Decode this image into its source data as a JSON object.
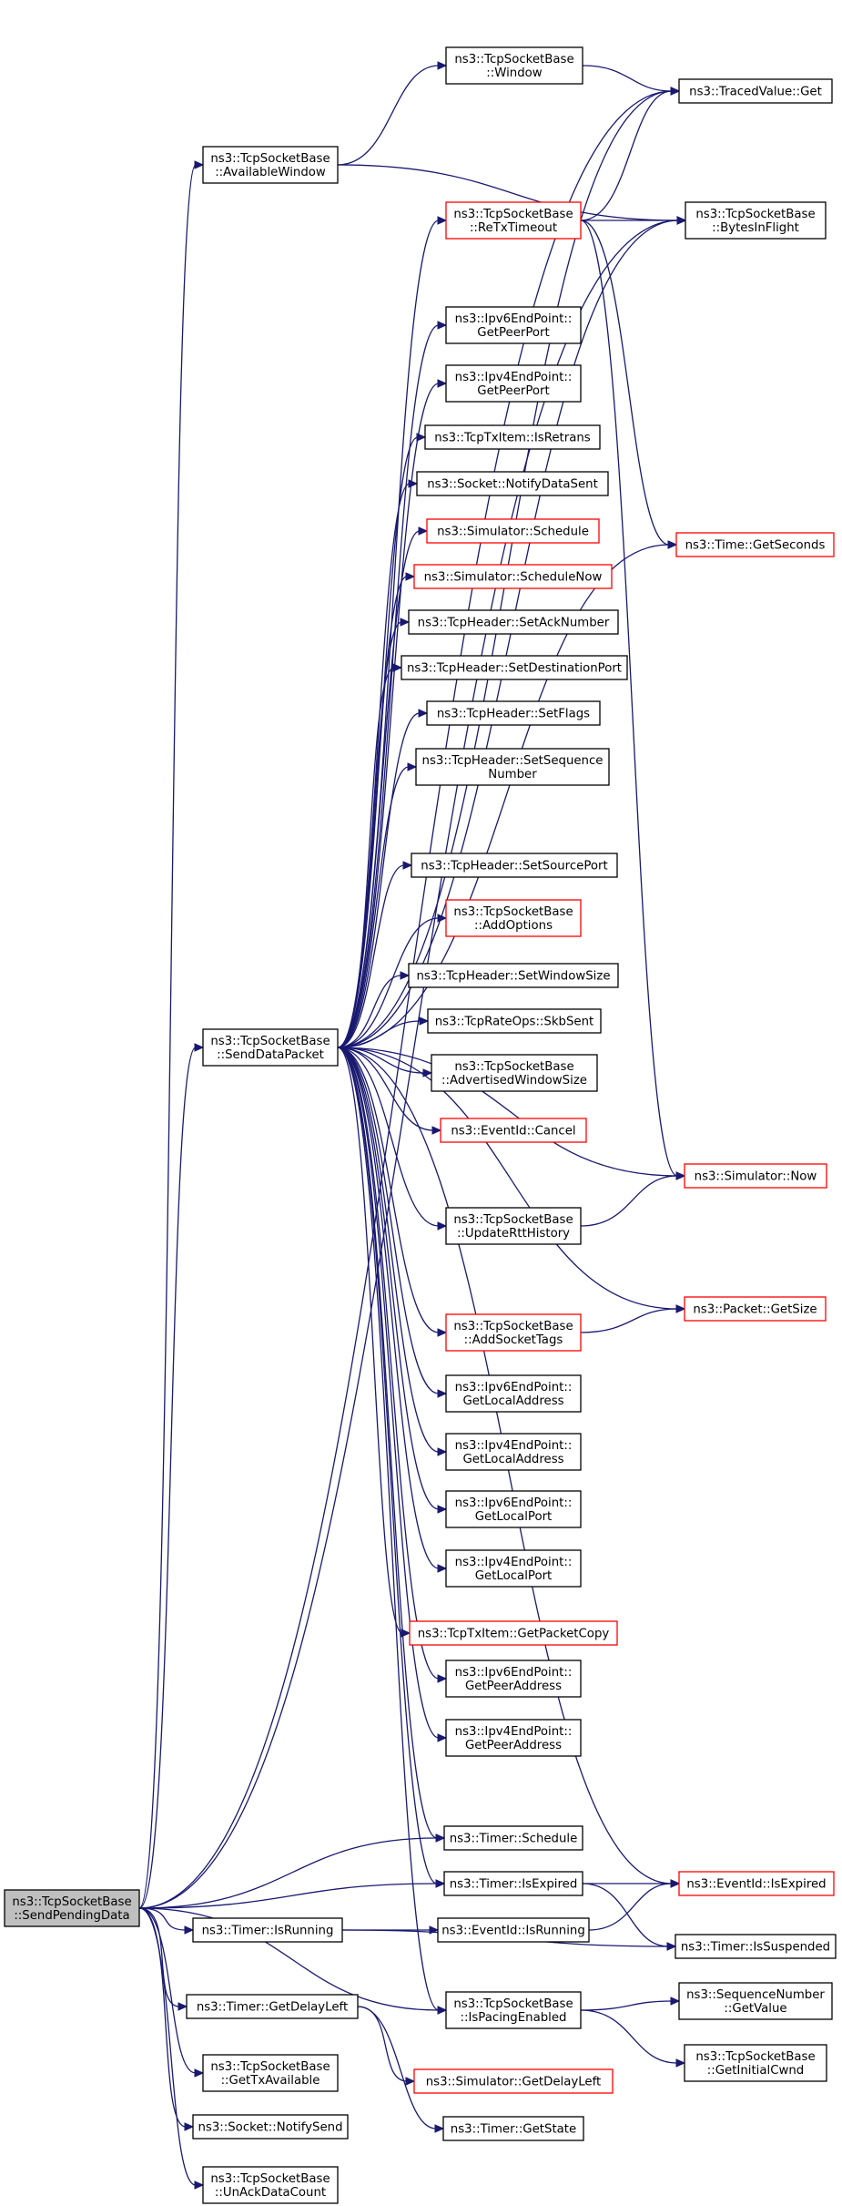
{
  "nodes": [
    {
      "id": "root",
      "lines": [
        "ns3::TcpSocketBase",
        "::SendPendingData"
      ],
      "root": true
    },
    {
      "id": "window",
      "lines": [
        "ns3::TcpSocketBase",
        "::Window"
      ]
    },
    {
      "id": "tracedget",
      "lines": [
        "ns3::TracedValue::Get"
      ]
    },
    {
      "id": "availwin",
      "lines": [
        "ns3::TcpSocketBase",
        "::AvailableWindow"
      ]
    },
    {
      "id": "retx",
      "lines": [
        "ns3::TcpSocketBase",
        "::ReTxTimeout"
      ],
      "red": true
    },
    {
      "id": "bytesinflight",
      "lines": [
        "ns3::TcpSocketBase",
        "::BytesInFlight"
      ]
    },
    {
      "id": "ipv6peerport",
      "lines": [
        "ns3::Ipv6EndPoint::",
        "GetPeerPort"
      ]
    },
    {
      "id": "ipv4peerport",
      "lines": [
        "ns3::Ipv4EndPoint::",
        "GetPeerPort"
      ]
    },
    {
      "id": "isretrans",
      "lines": [
        "ns3::TcpTxItem::IsRetrans"
      ]
    },
    {
      "id": "notifydatasent",
      "lines": [
        "ns3::Socket::NotifyDataSent"
      ]
    },
    {
      "id": "getseconds",
      "lines": [
        "ns3::Time::GetSeconds"
      ],
      "red": true
    },
    {
      "id": "simschedule",
      "lines": [
        "ns3::Simulator::Schedule"
      ],
      "red": true
    },
    {
      "id": "schedulenow",
      "lines": [
        "ns3::Simulator::ScheduleNow"
      ],
      "red": true
    },
    {
      "id": "setacknumber",
      "lines": [
        "ns3::TcpHeader::SetAckNumber"
      ]
    },
    {
      "id": "setdestport",
      "lines": [
        "ns3::TcpHeader::SetDestinationPort"
      ]
    },
    {
      "id": "setflags",
      "lines": [
        "ns3::TcpHeader::SetFlags"
      ]
    },
    {
      "id": "setseq",
      "lines": [
        "ns3::TcpHeader::SetSequence",
        "Number"
      ]
    },
    {
      "id": "setsourceport",
      "lines": [
        "ns3::TcpHeader::SetSourcePort"
      ]
    },
    {
      "id": "addoptions",
      "lines": [
        "ns3::TcpSocketBase",
        "::AddOptions"
      ],
      "red": true
    },
    {
      "id": "setwindowsize",
      "lines": [
        "ns3::TcpHeader::SetWindowSize"
      ]
    },
    {
      "id": "senddatapacket",
      "lines": [
        "ns3::TcpSocketBase",
        "::SendDataPacket"
      ]
    },
    {
      "id": "skbsent",
      "lines": [
        "ns3::TcpRateOps::SkbSent"
      ]
    },
    {
      "id": "advwinsize",
      "lines": [
        "ns3::TcpSocketBase",
        "::AdvertisedWindowSize"
      ]
    },
    {
      "id": "eventcancel",
      "lines": [
        "ns3::EventId::Cancel"
      ],
      "red": true
    },
    {
      "id": "simnow",
      "lines": [
        "ns3::Simulator::Now"
      ],
      "red": true
    },
    {
      "id": "updatertt",
      "lines": [
        "ns3::TcpSocketBase",
        "::UpdateRttHistory"
      ]
    },
    {
      "id": "getsize",
      "lines": [
        "ns3::Packet::GetSize"
      ],
      "red": true
    },
    {
      "id": "addsockettags",
      "lines": [
        "ns3::TcpSocketBase",
        "::AddSocketTags"
      ],
      "red": true
    },
    {
      "id": "ipv6localaddr",
      "lines": [
        "ns3::Ipv6EndPoint::",
        "GetLocalAddress"
      ]
    },
    {
      "id": "ipv4localaddr",
      "lines": [
        "ns3::Ipv4EndPoint::",
        "GetLocalAddress"
      ]
    },
    {
      "id": "ipv6localport",
      "lines": [
        "ns3::Ipv6EndPoint::",
        "GetLocalPort"
      ]
    },
    {
      "id": "ipv4localport",
      "lines": [
        "ns3::Ipv4EndPoint::",
        "GetLocalPort"
      ]
    },
    {
      "id": "getpacketcopy",
      "lines": [
        "ns3::TcpTxItem::GetPacketCopy"
      ],
      "red": true
    },
    {
      "id": "ipv6peeraddr",
      "lines": [
        "ns3::Ipv6EndPoint::",
        "GetPeerAddress"
      ]
    },
    {
      "id": "ipv4peeraddr",
      "lines": [
        "ns3::Ipv4EndPoint::",
        "GetPeerAddress"
      ]
    },
    {
      "id": "timerschedule",
      "lines": [
        "ns3::Timer::Schedule"
      ]
    },
    {
      "id": "timerisexpired",
      "lines": [
        "ns3::Timer::IsExpired"
      ]
    },
    {
      "id": "eventisexpired",
      "lines": [
        "ns3::EventId::IsExpired"
      ],
      "red": true
    },
    {
      "id": "timerisrunning",
      "lines": [
        "ns3::Timer::IsRunning"
      ]
    },
    {
      "id": "eventisrunning",
      "lines": [
        "ns3::EventId::IsRunning"
      ]
    },
    {
      "id": "timerissuspended",
      "lines": [
        "ns3::Timer::IsSuspended"
      ]
    },
    {
      "id": "getdelayleft",
      "lines": [
        "ns3::Timer::GetDelayLeft"
      ]
    },
    {
      "id": "ispacingenabled",
      "lines": [
        "ns3::TcpSocketBase",
        "::IsPacingEnabled"
      ]
    },
    {
      "id": "seqgetvalue",
      "lines": [
        "ns3::SequenceNumber",
        "::GetValue"
      ]
    },
    {
      "id": "gettxavailable",
      "lines": [
        "ns3::TcpSocketBase",
        "::GetTxAvailable"
      ]
    },
    {
      "id": "simgetdelayleft",
      "lines": [
        "ns3::Simulator::GetDelayLeft"
      ],
      "red": true
    },
    {
      "id": "getinitialcwnd",
      "lines": [
        "ns3::TcpSocketBase",
        "::GetInitialCwnd"
      ]
    },
    {
      "id": "notifysend",
      "lines": [
        "ns3::Socket::NotifySend"
      ]
    },
    {
      "id": "timergetstate",
      "lines": [
        "ns3::Timer::GetState"
      ]
    },
    {
      "id": "unackdatacount",
      "lines": [
        "ns3::TcpSocketBase",
        "::UnAckDataCount"
      ]
    }
  ],
  "edges": [
    [
      "root",
      "tracedget"
    ],
    [
      "root",
      "availwin"
    ],
    [
      "root",
      "senddatapacket"
    ],
    [
      "root",
      "timerschedule"
    ],
    [
      "root",
      "timerisexpired"
    ],
    [
      "root",
      "timerisrunning"
    ],
    [
      "root",
      "ispacingenabled"
    ],
    [
      "root",
      "getdelayleft"
    ],
    [
      "root",
      "gettxavailable"
    ],
    [
      "root",
      "notifysend"
    ],
    [
      "root",
      "unackdatacount"
    ],
    [
      "root",
      "bytesinflight"
    ],
    [
      "availwin",
      "window"
    ],
    [
      "availwin",
      "bytesinflight"
    ],
    [
      "window",
      "tracedget"
    ],
    [
      "retx",
      "tracedget"
    ],
    [
      "retx",
      "bytesinflight"
    ],
    [
      "retx",
      "getseconds"
    ],
    [
      "retx",
      "simnow"
    ],
    [
      "senddatapacket",
      "tracedget"
    ],
    [
      "senddatapacket",
      "retx"
    ],
    [
      "senddatapacket",
      "bytesinflight"
    ],
    [
      "senddatapacket",
      "ipv6peerport"
    ],
    [
      "senddatapacket",
      "ipv4peerport"
    ],
    [
      "senddatapacket",
      "isretrans"
    ],
    [
      "senddatapacket",
      "notifydatasent"
    ],
    [
      "senddatapacket",
      "simschedule"
    ],
    [
      "senddatapacket",
      "schedulenow"
    ],
    [
      "senddatapacket",
      "setacknumber"
    ],
    [
      "senddatapacket",
      "setdestport"
    ],
    [
      "senddatapacket",
      "setflags"
    ],
    [
      "senddatapacket",
      "setseq"
    ],
    [
      "senddatapacket",
      "getseconds"
    ],
    [
      "senddatapacket",
      "setsourceport"
    ],
    [
      "senddatapacket",
      "addoptions"
    ],
    [
      "senddatapacket",
      "setwindowsize"
    ],
    [
      "senddatapacket",
      "skbsent"
    ],
    [
      "senddatapacket",
      "advwinsize"
    ],
    [
      "senddatapacket",
      "eventcancel"
    ],
    [
      "senddatapacket",
      "simnow"
    ],
    [
      "senddatapacket",
      "updatertt"
    ],
    [
      "senddatapacket",
      "getsize"
    ],
    [
      "senddatapacket",
      "addsockettags"
    ],
    [
      "senddatapacket",
      "ipv6localaddr"
    ],
    [
      "senddatapacket",
      "ipv4localaddr"
    ],
    [
      "senddatapacket",
      "ipv6localport"
    ],
    [
      "senddatapacket",
      "ipv4localport"
    ],
    [
      "senddatapacket",
      "getpacketcopy"
    ],
    [
      "senddatapacket",
      "ipv6peeraddr"
    ],
    [
      "senddatapacket",
      "ipv4peeraddr"
    ],
    [
      "senddatapacket",
      "eventisexpired"
    ],
    [
      "senddatapacket",
      "timerschedule"
    ],
    [
      "senddatapacket",
      "timerisexpired"
    ],
    [
      "senddatapacket",
      "ispacingenabled"
    ],
    [
      "updatertt",
      "simnow"
    ],
    [
      "addsockettags",
      "getsize"
    ],
    [
      "timerisexpired",
      "eventisexpired"
    ],
    [
      "timerisexpired",
      "timerissuspended"
    ],
    [
      "timerisrunning",
      "eventisrunning"
    ],
    [
      "timerisrunning",
      "timerissuspended"
    ],
    [
      "eventisrunning",
      "eventisexpired"
    ],
    [
      "getdelayleft",
      "simgetdelayleft"
    ],
    [
      "getdelayleft",
      "timergetstate"
    ],
    [
      "ispacingenabled",
      "seqgetvalue"
    ],
    [
      "ispacingenabled",
      "getinitialcwnd"
    ]
  ]
}
